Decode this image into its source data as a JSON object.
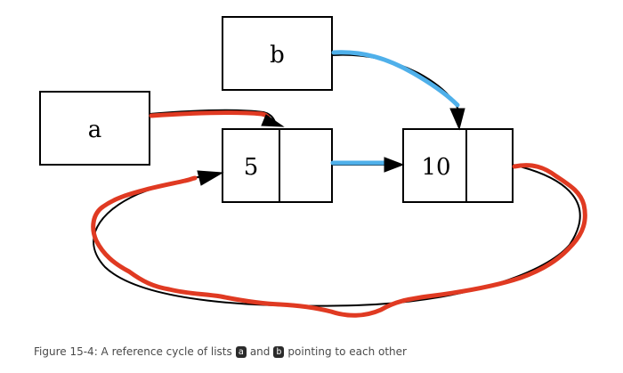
{
  "diagram": {
    "nodes": {
      "a": {
        "label": "a"
      },
      "b": {
        "label": "b"
      },
      "list_5": {
        "value": "5",
        "next": ""
      },
      "list_10": {
        "value": "10",
        "next": ""
      }
    },
    "edges": [
      {
        "from": "a",
        "to": "list_5",
        "highlight": "red"
      },
      {
        "from": "b",
        "to": "list_10",
        "highlight": "blue"
      },
      {
        "from": "list_5",
        "to": "list_10",
        "highlight": "blue"
      },
      {
        "from": "list_10",
        "to": "list_5",
        "highlight": "red"
      }
    ],
    "colors": {
      "highlight_blue": "#4fb0ea",
      "highlight_red": "#e03a22",
      "stroke": "#000000"
    }
  },
  "caption": {
    "prefix": "Figure 15-4: A reference cycle of lists",
    "code_a": "a",
    "joiner": "and",
    "code_b": "b",
    "suffix": "pointing to each other"
  }
}
